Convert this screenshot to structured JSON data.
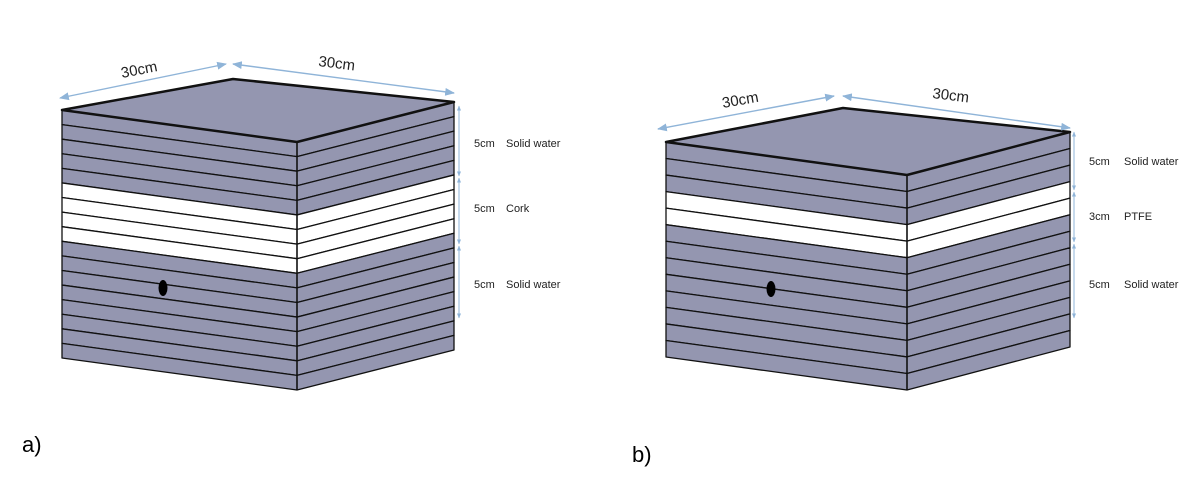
{
  "diagrams": [
    {
      "id": "a",
      "caption": "a)",
      "top_width_label": "30cm",
      "top_depth_label": "30cm",
      "layers": [
        {
          "material": "Solid water",
          "thickness_label": "5cm",
          "slabs": 5,
          "color": "#9496b0"
        },
        {
          "material": "Cork",
          "thickness_label": "5cm",
          "slabs": 4,
          "color": "#ffffff"
        },
        {
          "material": "Solid water",
          "thickness_label": "5cm",
          "slabs": 8,
          "color": "#9496b0"
        }
      ],
      "has_detector_marker": true
    },
    {
      "id": "b",
      "caption": "b)",
      "top_width_label": "30cm",
      "top_depth_label": "30cm",
      "layers": [
        {
          "material": "Solid water",
          "thickness_label": "5cm",
          "slabs": 3,
          "color": "#9496b0"
        },
        {
          "material": "PTFE",
          "thickness_label": "3cm",
          "slabs": 2,
          "color": "#ffffff"
        },
        {
          "material": "Solid water",
          "thickness_label": "5cm",
          "slabs": 8,
          "color": "#9496b0"
        }
      ],
      "has_detector_marker": true
    }
  ]
}
